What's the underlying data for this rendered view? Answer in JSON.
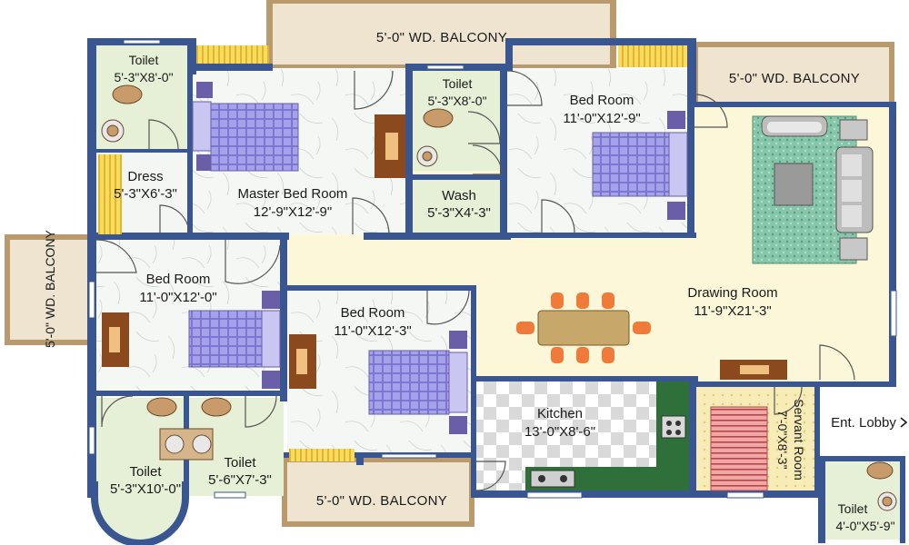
{
  "colors": {
    "wall": "#3a5691",
    "floor_marble": "#f4f6f4",
    "drawing_floor": "#fbf7d8",
    "wet_floor": "#e6f0d6",
    "balcony_floor": "#efe4cf",
    "bed_cover": "#9a96e6",
    "bed_pillow": "#6b5ea8",
    "wood": "#8b4a1e",
    "rug": "#7fc3a7",
    "kitchen_counter": "#2f6f3a",
    "window_stripe": "#f3d44b"
  },
  "rooms": {
    "toilet_1": {
      "name": "Toilet",
      "size": "5'-3\"X8'-0\""
    },
    "dress": {
      "name": "Dress",
      "size": "5'-3\"X6'-3\""
    },
    "master_bed": {
      "name": "Master Bed Room",
      "size": "12'-9\"X12'-9\""
    },
    "toilet_2": {
      "name": "Toilet",
      "size": "5'-3\"X8'-0\""
    },
    "wash": {
      "name": "Wash",
      "size": "5'-3\"X4'-3\""
    },
    "bed_ne": {
      "name": "Bed Room",
      "size": "11'-0\"X12'-9\""
    },
    "bed_w": {
      "name": "Bed Room",
      "size": "11'-0\"X12'-0\""
    },
    "bed_c": {
      "name": "Bed Room",
      "size": "11'-0\"X12'-3\""
    },
    "drawing": {
      "name": "Drawing Room",
      "size": "11'-9\"X21'-3\""
    },
    "kitchen": {
      "name": "Kitchen",
      "size": "13'-0\"X8'-6\""
    },
    "servant": {
      "name": "Servant Room",
      "size": "7'-0\"X8'-3\""
    },
    "toilet_3": {
      "name": "Toilet",
      "size": "5'-3\"X10'-0\""
    },
    "toilet_4": {
      "name": "Toilet",
      "size": "5'-6\"X7'-3\""
    },
    "toilet_5": {
      "name": "Toilet",
      "size": "4'-0\"X5'-9\""
    }
  },
  "balconies": {
    "top": "5'-0\" WD. BALCONY",
    "top_right": "5'-0\" WD. BALCONY",
    "left": "5'-0\" WD. BALCONY",
    "bottom": "5'-0\" WD. BALCONY"
  },
  "lobby": "Ent. Lobby",
  "icons": {
    "entry_arrow": "chevron-right-icon"
  }
}
